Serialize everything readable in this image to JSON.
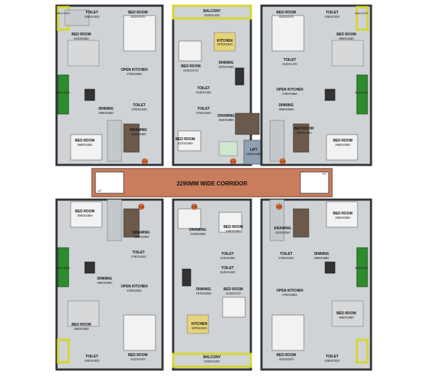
{
  "corridor": {
    "label": "2290MM WIDE CORRIDOR"
  },
  "rooms": [
    {
      "id": "r1",
      "label": "TOILET",
      "dims": "2460X1520"
    },
    {
      "id": "r2",
      "label": "BED ROOM",
      "dims": "4110X3370"
    },
    {
      "id": "r3",
      "label": "BALCONY",
      "dims": "6225X1220"
    },
    {
      "id": "r4",
      "label": "TOILET",
      "dims": "2460X1520"
    },
    {
      "id": "r5",
      "label": "BALCONY",
      "dims": ""
    },
    {
      "id": "r6",
      "label": "BED ROOM",
      "dims": "4110X3370"
    },
    {
      "id": "r7",
      "label": "BED ROOM",
      "dims": "4010X3350"
    },
    {
      "id": "r8",
      "label": "KITCHEN",
      "dims": "2975X1810"
    },
    {
      "id": "r9",
      "label": "BED ROOM",
      "dims": "3960X3350"
    },
    {
      "id": "r10",
      "label": "BED ROOM",
      "dims": "3125X3710"
    },
    {
      "id": "r11",
      "label": "TOILET",
      "dims": "2130X1470"
    },
    {
      "id": "r12",
      "label": "OPEN KITCHEN",
      "dims": "2750X2580"
    },
    {
      "id": "r13",
      "label": "DINNING",
      "dims": "2975X4340"
    },
    {
      "id": "r14",
      "label": "OPEN KITCHEN",
      "dims": "2760X2850"
    },
    {
      "id": "r15",
      "label": "TOILET",
      "dims": "3125X1450"
    },
    {
      "id": "r16",
      "label": "TOILET",
      "dims": "2760X1540"
    },
    {
      "id": "r17",
      "label": "DINNING",
      "dims": "3960X3550"
    },
    {
      "id": "r18",
      "label": "TOILET",
      "dims": "2760X1540"
    },
    {
      "id": "r19",
      "label": "DINNING",
      "dims": "3960X3550"
    },
    {
      "id": "r20",
      "label": "DRAWING",
      "dims": "4520X3980"
    },
    {
      "id": "r21",
      "label": "DRAWING",
      "dims": "4110X3350"
    },
    {
      "id": "r22",
      "label": "BED ROOM",
      "dims": "4470X3350"
    },
    {
      "id": "r23",
      "label": "LIFT",
      "dims": "1820X1560"
    },
    {
      "id": "r24",
      "label": "BED ROOM",
      "dims": "3960X3350"
    },
    {
      "id": "r25",
      "label": "BED ROOM",
      "dims": "3960X3350"
    },
    {
      "id": "r26",
      "label": "BED ROOM",
      "dims": "3960X3350"
    },
    {
      "id": "r27",
      "label": "DRAWING",
      "dims": "4260X3350"
    },
    {
      "id": "r28",
      "label": "DRAWING",
      "dims": "4245X3350"
    },
    {
      "id": "r29",
      "label": "BED ROOM",
      "dims": "4490X3350"
    },
    {
      "id": "r30",
      "label": "DRAWING",
      "dims": "4110X3350"
    },
    {
      "id": "r31",
      "label": "BED ROOM",
      "dims": "3960X3350"
    },
    {
      "id": "r32",
      "label": "TOILET",
      "dims": "2760X1540"
    },
    {
      "id": "r33",
      "label": "TOILET",
      "dims": "3125X1381"
    },
    {
      "id": "r34",
      "label": "TOILET",
      "dims": "2760X1540"
    },
    {
      "id": "r35",
      "label": "DINNING",
      "dims": "3960X3060"
    },
    {
      "id": "r36",
      "label": "TOILET",
      "dims": "3125X1440"
    },
    {
      "id": "r37",
      "label": "DINNING",
      "dims": "3960X3550"
    },
    {
      "id": "r38",
      "label": "OPEN KITCHEN",
      "dims": "2760X2861"
    },
    {
      "id": "r39",
      "label": "DINNING",
      "dims": "2975X4035"
    },
    {
      "id": "r40",
      "label": "OPEN KITCHEN",
      "dims": "2760X2861"
    },
    {
      "id": "r41",
      "label": "BED ROOM",
      "dims": "3125X3710"
    },
    {
      "id": "r42",
      "label": "BED ROOM",
      "dims": "3960X3350"
    },
    {
      "id": "r43",
      "label": "BED ROOM",
      "dims": "3960X3350"
    },
    {
      "id": "r44",
      "label": "KITCHEN",
      "dims": "2975X1810"
    },
    {
      "id": "r45",
      "label": "BED ROOM",
      "dims": "4110X3370"
    },
    {
      "id": "r46",
      "label": "BED ROOM",
      "dims": "4110X3370"
    },
    {
      "id": "r47",
      "label": "BALCONY",
      "dims": "6225X1220"
    },
    {
      "id": "r48",
      "label": "TOILET",
      "dims": "2460X1520"
    },
    {
      "id": "r49",
      "label": "TOILET",
      "dims": "2460X1520"
    },
    {
      "id": "r50",
      "label": "BALCONY",
      "dims": ""
    },
    {
      "id": "r51",
      "label": "BALCONY",
      "dims": ""
    },
    {
      "id": "r52",
      "label": "BALCONY",
      "dims": ""
    },
    {
      "id": "r53",
      "label": "BALCONY",
      "dims": ""
    },
    {
      "id": "r54",
      "label": "BALCONY",
      "dims": ""
    },
    {
      "id": "r55",
      "label": "BALCONY",
      "dims": ""
    }
  ],
  "units": [
    "101",
    "102",
    "103",
    "104",
    "105",
    "106"
  ],
  "stairs": [
    {
      "label": "UP"
    },
    {
      "label": "UP"
    }
  ]
}
